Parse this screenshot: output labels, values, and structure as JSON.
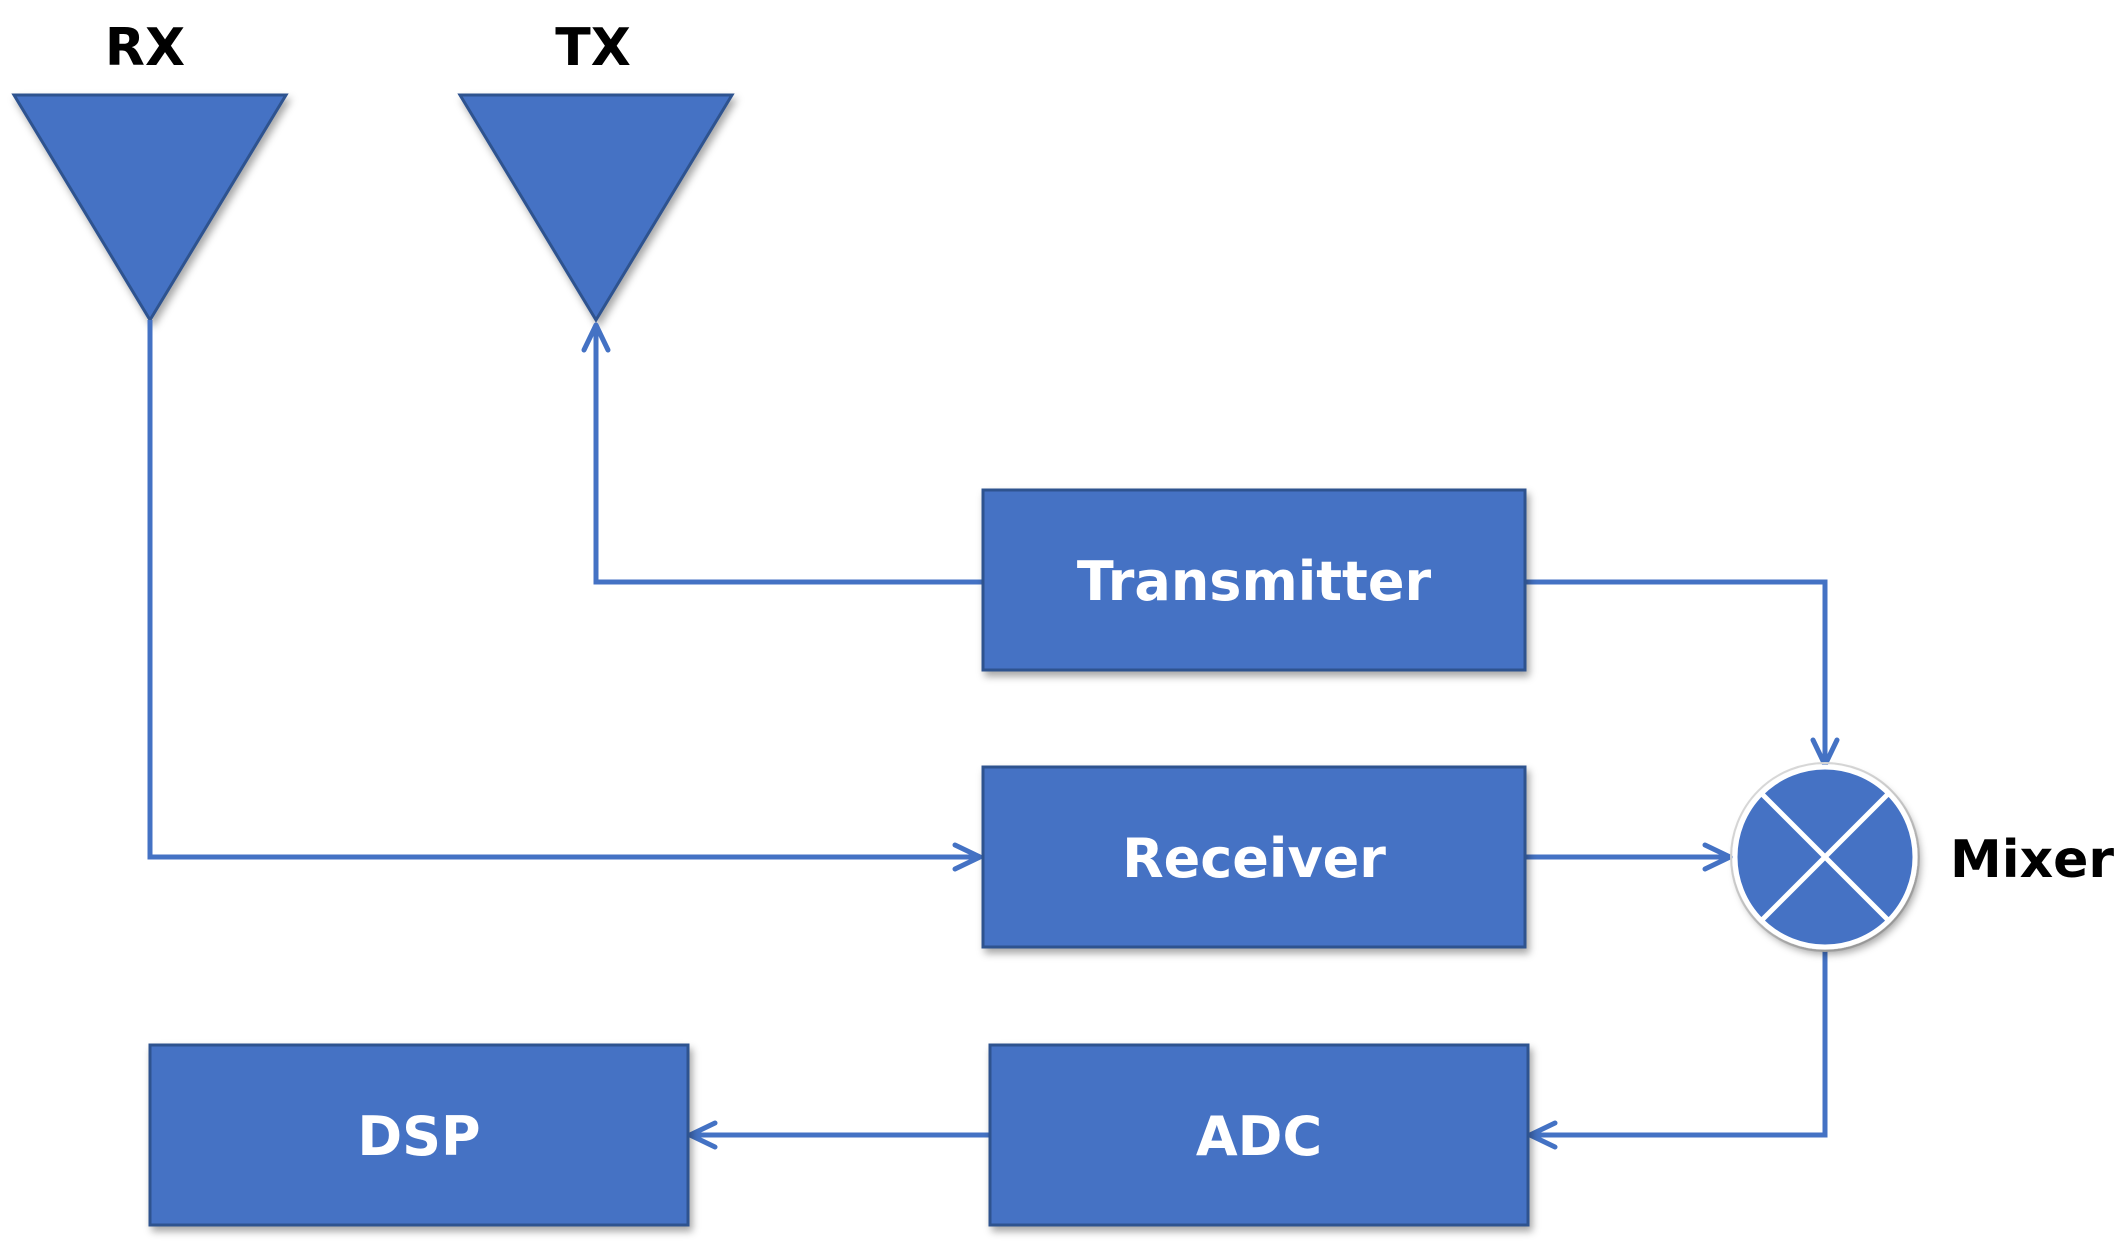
{
  "antennas": {
    "rx_label": "RX",
    "tx_label": "TX"
  },
  "blocks": {
    "transmitter": "Transmitter",
    "receiver": "Receiver",
    "adc": "ADC",
    "dsp": "DSP"
  },
  "mixer": {
    "label": "Mixer"
  },
  "colors": {
    "block_fill": "#4472C4",
    "block_border": "#2F528F",
    "wire": "#4472C4",
    "block_text": "#ffffff",
    "label_text": "#000000"
  }
}
